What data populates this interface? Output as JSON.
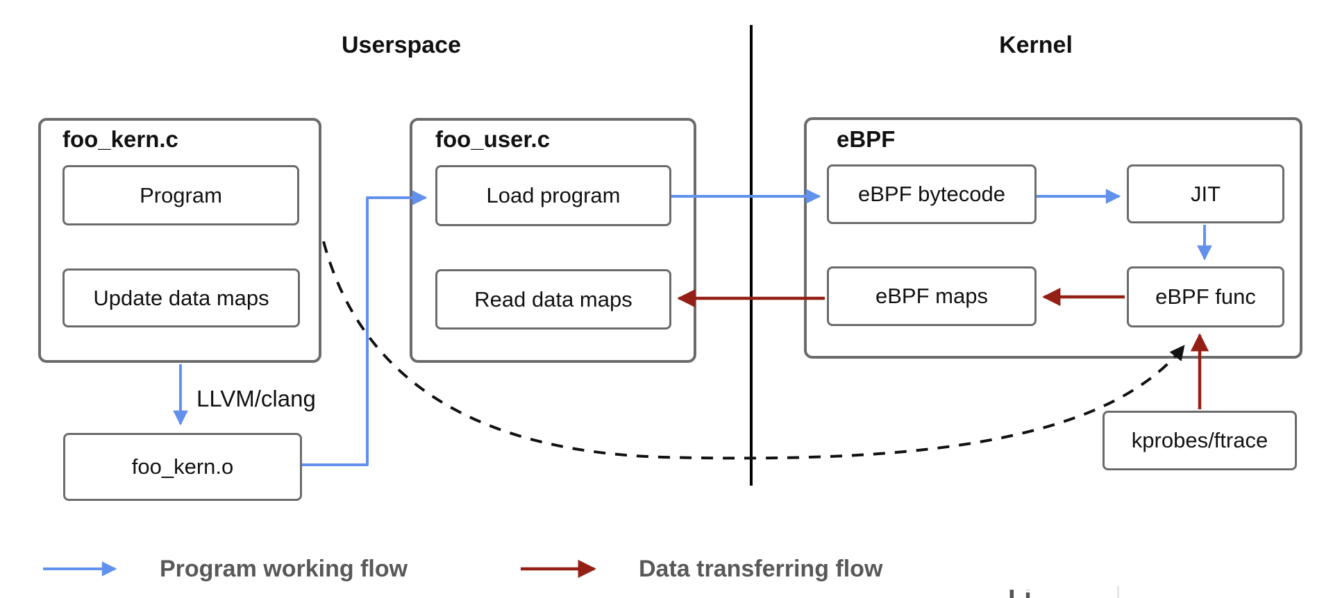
{
  "titles": {
    "userspace": "Userspace",
    "kernel": "Kernel"
  },
  "containers": {
    "foo_kern_c": {
      "label": "foo_kern.c"
    },
    "foo_user_c": {
      "label": "foo_user.c"
    },
    "ebpf": {
      "label": "eBPF"
    }
  },
  "nodes": {
    "program": "Program",
    "update_data_maps": "Update data maps",
    "load_program": "Load program",
    "read_data_maps": "Read data maps",
    "ebpf_bytecode": "eBPF bytecode",
    "jit": "JIT",
    "ebpf_maps": "eBPF maps",
    "ebpf_func": "eBPF func",
    "foo_kern_o": "foo_kern.o",
    "kprobes_ftrace": "kprobes/ftrace"
  },
  "labels": {
    "llvm_clang": "LLVM/clang"
  },
  "legend": {
    "program_flow": "Program working flow",
    "data_flow": "Data transferring flow"
  },
  "colors": {
    "program_flow_arrow": "#6191ec",
    "data_flow_arrow": "#931f15",
    "box_border": "#6b6b6b",
    "divider": "#000000",
    "legend_text": "#58585a",
    "dashed_attach": "#111111"
  },
  "edges": [
    {
      "from": "foo_kern.c",
      "to": "foo_kern.o",
      "flow": "program",
      "label": "LLVM/clang"
    },
    {
      "from": "foo_kern.o",
      "to": "Load program",
      "flow": "program"
    },
    {
      "from": "Load program",
      "to": "eBPF bytecode",
      "flow": "program"
    },
    {
      "from": "eBPF bytecode",
      "to": "JIT",
      "flow": "program"
    },
    {
      "from": "JIT",
      "to": "eBPF func",
      "flow": "program"
    },
    {
      "from": "eBPF func",
      "to": "eBPF maps",
      "flow": "data"
    },
    {
      "from": "eBPF maps",
      "to": "Read data maps",
      "flow": "data"
    },
    {
      "from": "kprobes/ftrace",
      "to": "eBPF func",
      "flow": "data"
    },
    {
      "from": "foo_kern.c",
      "to": "eBPF func",
      "flow": "attach",
      "style": "dashed"
    }
  ],
  "watermark": {
    "partial_text": "Li"
  }
}
